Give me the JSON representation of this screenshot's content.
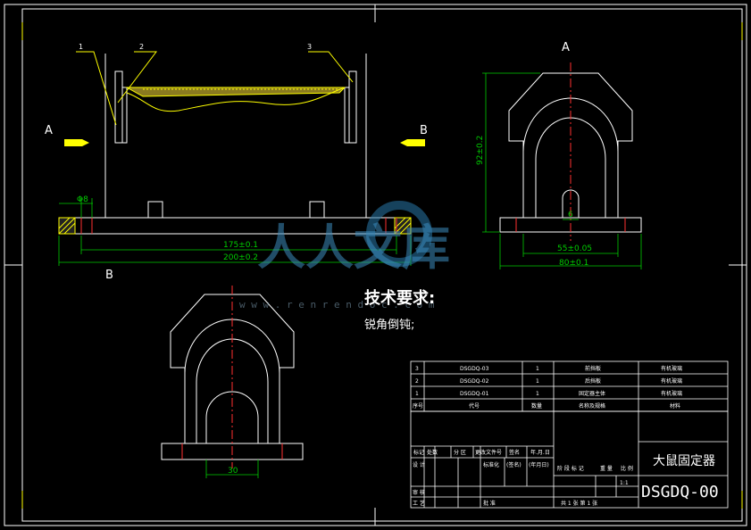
{
  "view_labels": {
    "a_left": "A",
    "a_right": "A",
    "b_bottom": "B",
    "b_right": "B"
  },
  "balloons": [
    "1",
    "2",
    "3"
  ],
  "dimensions": {
    "d_hole": "Φ8",
    "len_175": "175±0.1",
    "len_200": "200±0.2",
    "height_92": "92±0.2",
    "slot_6": "6",
    "width_55": "55±0.05",
    "width_80": "80±0.1",
    "width_30": "30"
  },
  "tech_requirements": {
    "title": "技术要求:",
    "line1": "锐角倒钝;"
  },
  "watermark": {
    "brand": "人人文库",
    "url": "w w w . r e n r e n d o c . c o m"
  },
  "bom": {
    "rows": [
      {
        "no": "3",
        "code": "DSGDQ-03",
        "qty": "1",
        "name": "前挡板",
        "material": "有机玻璃"
      },
      {
        "no": "2",
        "code": "DSGDQ-02",
        "qty": "1",
        "name": "后挡板",
        "material": "有机玻璃"
      },
      {
        "no": "1",
        "code": "DSGDQ-01",
        "qty": "1",
        "name": "固定器主体",
        "material": "有机玻璃"
      }
    ],
    "header": {
      "no": "序号",
      "code": "代号",
      "qty": "数量",
      "name": "名称及规格",
      "material": "材料"
    }
  },
  "title_block": {
    "labels_row1": [
      "标记",
      "处数",
      "分 区",
      "更改文件号",
      "签名",
      "年.月.日"
    ],
    "design": "设 计",
    "standard": "标准化",
    "sign": "(签名)",
    "date": "(年月日)",
    "stage": "阶 段 标 记",
    "weight": "重 量",
    "scale": "比 例",
    "scale_val": "1:1",
    "review": "审 核",
    "process": "工 艺",
    "approve": "批 准",
    "sheets": "共 1 张 第 1 张",
    "title": "大鼠固定器",
    "drawing_no": "DSGDQ-00"
  }
}
